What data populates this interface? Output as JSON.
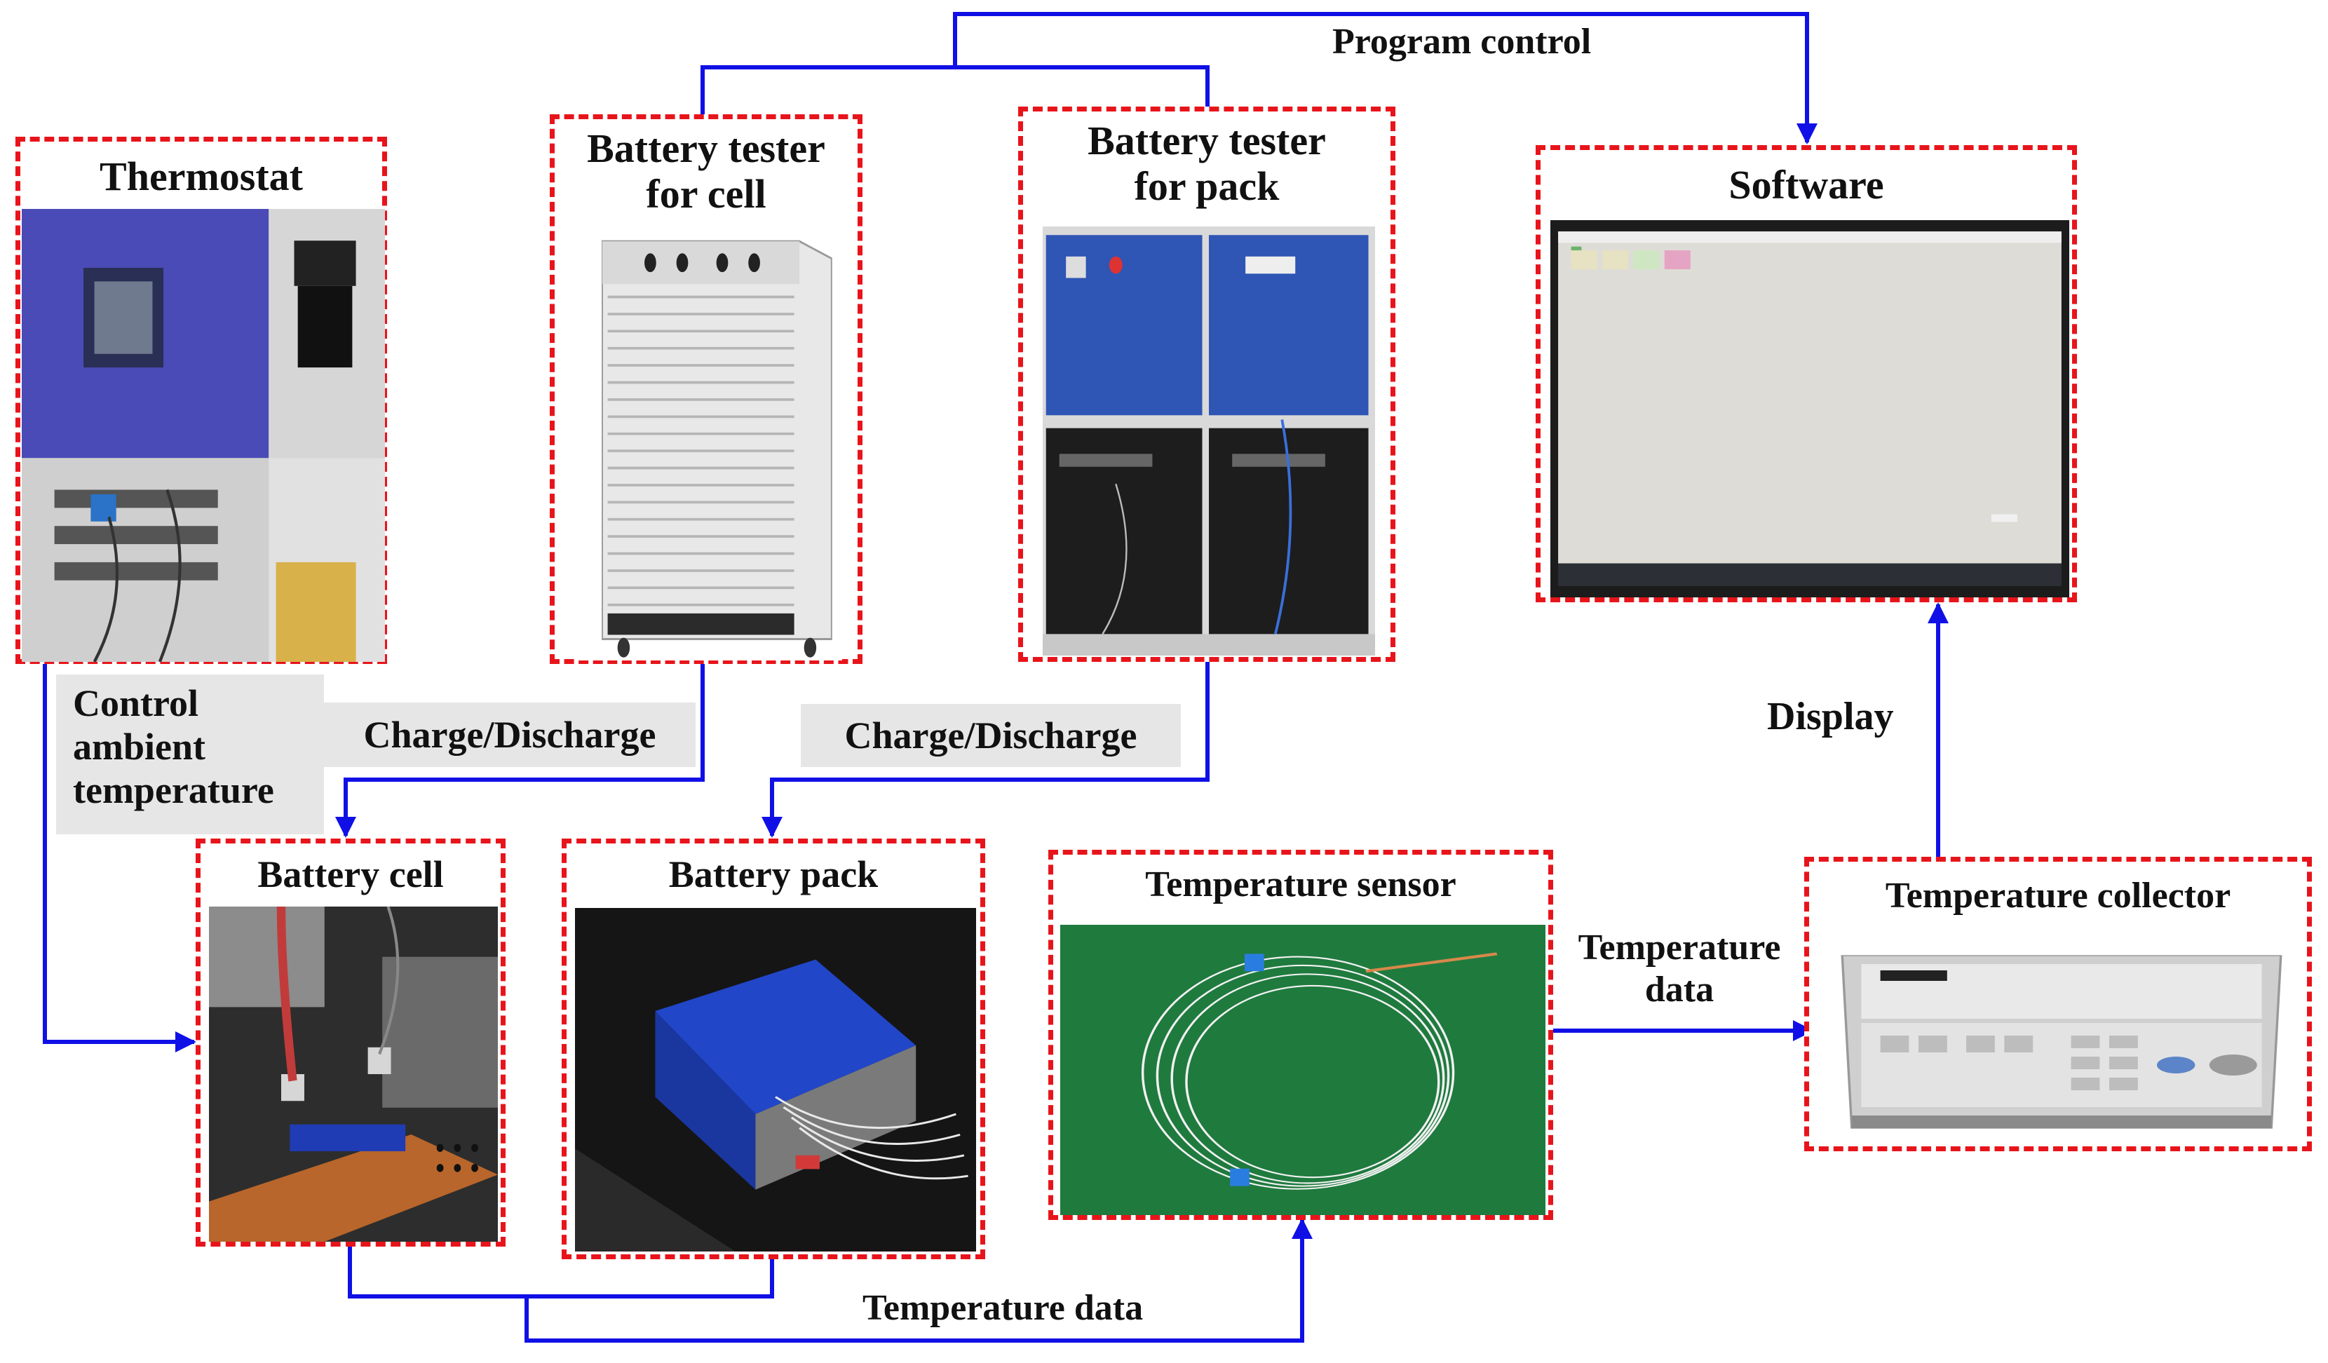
{
  "colors": {
    "box_border": "#e8141b",
    "arrow": "#1010e6",
    "label_bg": "#e6e6e6"
  },
  "boxes": {
    "thermostat": {
      "title": "Thermostat"
    },
    "tester_cell": {
      "title_line1": "Battery tester",
      "title_line2": "for cell"
    },
    "tester_pack": {
      "title_line1": "Battery tester",
      "title_line2": "for pack"
    },
    "software": {
      "title": "Software"
    },
    "battery_cell": {
      "title": "Battery cell"
    },
    "battery_pack": {
      "title": "Battery pack"
    },
    "temp_sensor": {
      "title": "Temperature sensor"
    },
    "temp_collector": {
      "title": "Temperature collector"
    }
  },
  "labels": {
    "program_control": "Program control",
    "control_ambient_line1": "Control",
    "control_ambient_line2": "ambient",
    "control_ambient_line3": "temperature",
    "charge_discharge_cell": "Charge/Discharge",
    "charge_discharge_pack": "Charge/Discharge",
    "display": "Display",
    "temperature_data_line1": "Temperature",
    "temperature_data_line2": "data",
    "temperature_data_bottom": "Temperature data"
  }
}
